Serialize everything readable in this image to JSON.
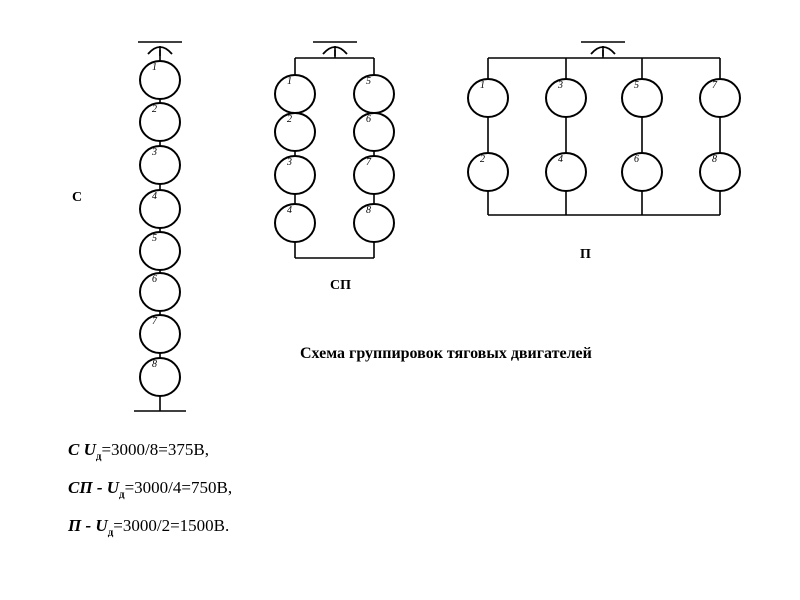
{
  "labels": {
    "series": "С",
    "series_parallel": "СП",
    "parallel": "П"
  },
  "title": "Схема группировок тяговых двигателей",
  "formulas": [
    {
      "mode": "С ",
      "sep": "",
      "u": "U",
      "sub": "д",
      "value": "=3000/8=375В,"
    },
    {
      "mode": "СП",
      "sep": " - ",
      "u": "U",
      "sub": "д",
      "value": "=3000/4=750В,"
    },
    {
      "mode": "П",
      "sep": " - ",
      "u": "U",
      "sub": "д",
      "value": "=3000/2=1500В."
    }
  ],
  "motors": {
    "series": [
      "1",
      "2",
      "3",
      "4",
      "5",
      "6",
      "7",
      "8"
    ],
    "series_parallel": [
      [
        "1",
        "2",
        "3",
        "4"
      ],
      [
        "5",
        "6",
        "7",
        "8"
      ]
    ],
    "parallel": [
      [
        "1",
        "2"
      ],
      [
        "3",
        "4"
      ],
      [
        "5",
        "6"
      ],
      [
        "7",
        "8"
      ]
    ]
  }
}
